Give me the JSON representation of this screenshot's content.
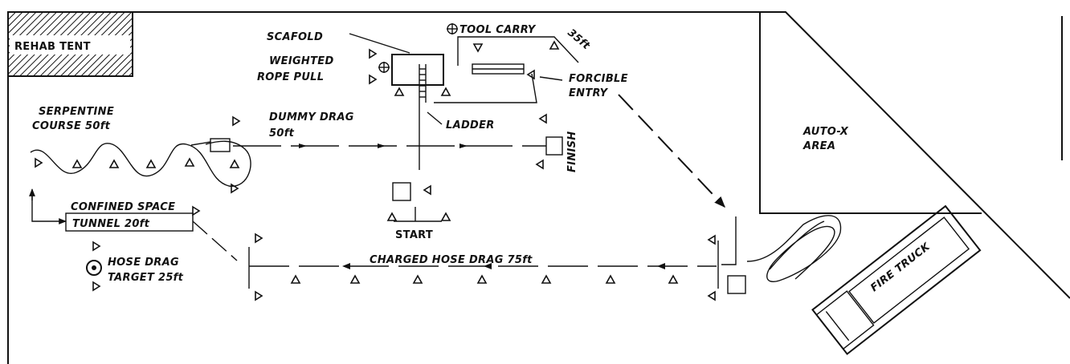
{
  "labels": {
    "rehab_tent": "REHAB TENT",
    "scafold": "SCAFOLD",
    "weighted_1": "WEIGHTED",
    "weighted_2": "ROPE PULL",
    "tool_carry": "TOOL CARRY",
    "tool_carry_dist": "35ft",
    "forcible_1": "FORCIBLE",
    "forcible_2": "ENTRY",
    "serpentine_1": "SERPENTINE",
    "serpentine_2": "COURSE 50ft",
    "dummy_1": "DUMMY DRAG",
    "dummy_2": "50ft",
    "ladder": "LADDER",
    "finish": "FINISH",
    "auto_x_1": "AUTO-X",
    "auto_x_2": "AREA",
    "confined": "CONFINED SPACE",
    "tunnel": "TUNNEL 20ft",
    "start": "START",
    "hose_drag_1": "HOSE DRAG",
    "hose_drag_2": "TARGET 25ft",
    "charged": "CHARGED HOSE DRAG 75ft",
    "fire_truck": "FIRE TRUCK"
  }
}
